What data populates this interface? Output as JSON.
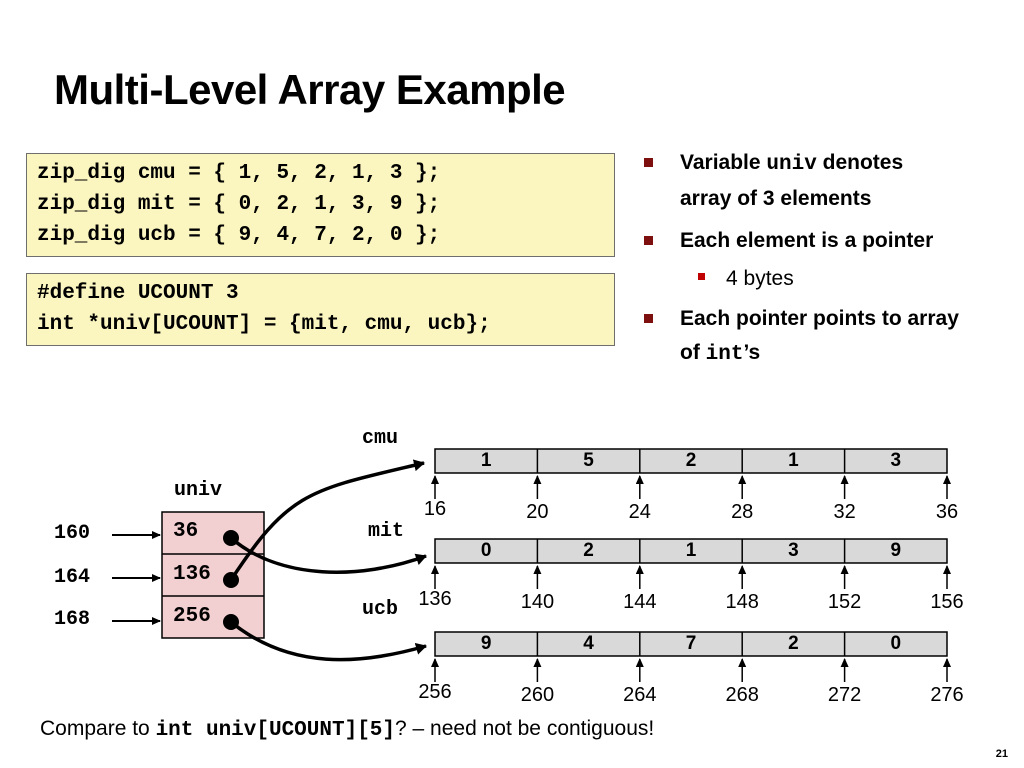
{
  "slide": {
    "title": "Multi-Level Array Example",
    "page_number": "21"
  },
  "code_decl": [
    "zip_dig cmu = { 1, 5, 2, 1, 3 };",
    "zip_dig mit = { 0, 2, 1, 3, 9 };",
    "zip_dig ucb = { 9, 4, 7, 2, 0 };"
  ],
  "code_univ": [
    "#define UCOUNT 3",
    "int *univ[UCOUNT] = {mit, cmu, ucb};"
  ],
  "bullets": {
    "b1_pre": "Variable ",
    "b1_code": "univ",
    "b1_post": " denotes",
    "b1_line2": "array of 3 elements",
    "b2": "Each element is a pointer",
    "b2_sub": "4 bytes",
    "b3_line1": "Each pointer points to array",
    "b3_pre": "of ",
    "b3_code": "int",
    "b3_post": "’s"
  },
  "univ": {
    "label": "univ",
    "addresses": [
      "160",
      "164",
      "168"
    ],
    "values": [
      "36",
      "136",
      "256"
    ]
  },
  "arrays": [
    {
      "label": "cmu",
      "values": [
        "1",
        "5",
        "2",
        "1",
        "3"
      ],
      "addresses": [
        "16",
        "20",
        "24",
        "28",
        "32",
        "36"
      ]
    },
    {
      "label": "mit",
      "values": [
        "0",
        "2",
        "1",
        "3",
        "9"
      ],
      "addresses": [
        "136",
        "140",
        "144",
        "148",
        "152",
        "156"
      ]
    },
    {
      "label": "ucb",
      "values": [
        "9",
        "4",
        "7",
        "2",
        "0"
      ],
      "addresses": [
        "256",
        "260",
        "264",
        "268",
        "272",
        "276"
      ]
    }
  ],
  "footer": {
    "pre": "Compare to ",
    "code": "int univ[UCOUNT][5]",
    "post": "? – need not be contiguous!"
  },
  "colors": {
    "code_bg": "#fbf6c0",
    "univ_bg": "#f2cfd0",
    "array_bg": "#d9d9d9",
    "bullet": "#7d0f0f"
  }
}
